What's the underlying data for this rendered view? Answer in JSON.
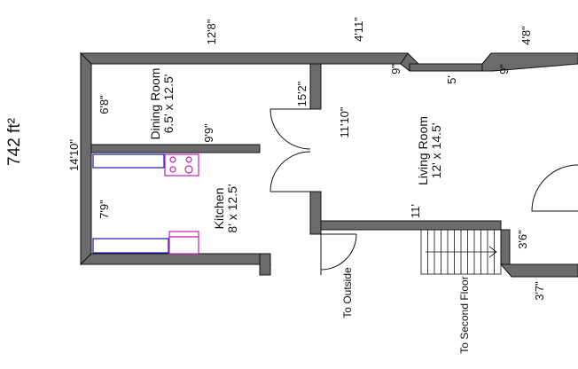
{
  "area": "742 ft²",
  "rooms": {
    "dining": {
      "name": "Dining Room",
      "size": "6.5' x 12.5'"
    },
    "kitchen": {
      "name": "Kitchen",
      "size": "8' x 12.5'"
    },
    "living": {
      "name": "Living Room",
      "size": "12' x 14.5'"
    }
  },
  "dimensions": {
    "top_left": "12'8\"",
    "top_mid": "4'11\"",
    "top_right": "4'8\"",
    "overall_side": "14'10\"",
    "dining_width": "6'8\"",
    "kitchen_width": "7'9\"",
    "dining_length": "9'9\"",
    "partition_stub": "15'2\"",
    "living_width": "11'10\"",
    "bay_left": "9\"",
    "bay_mid": "5'",
    "bay_right": "9\"",
    "living_wall": "11'",
    "stair_run": "3'6\"",
    "bottom_right": "3'7\""
  },
  "notes": {
    "outside": "To Outside",
    "second_floor": "To Second Floor"
  },
  "colors": {
    "wall": "#6b6b6b",
    "wall_edge": "#111111",
    "counter": "#1a1ab0",
    "appliance": "#c01fb8"
  }
}
